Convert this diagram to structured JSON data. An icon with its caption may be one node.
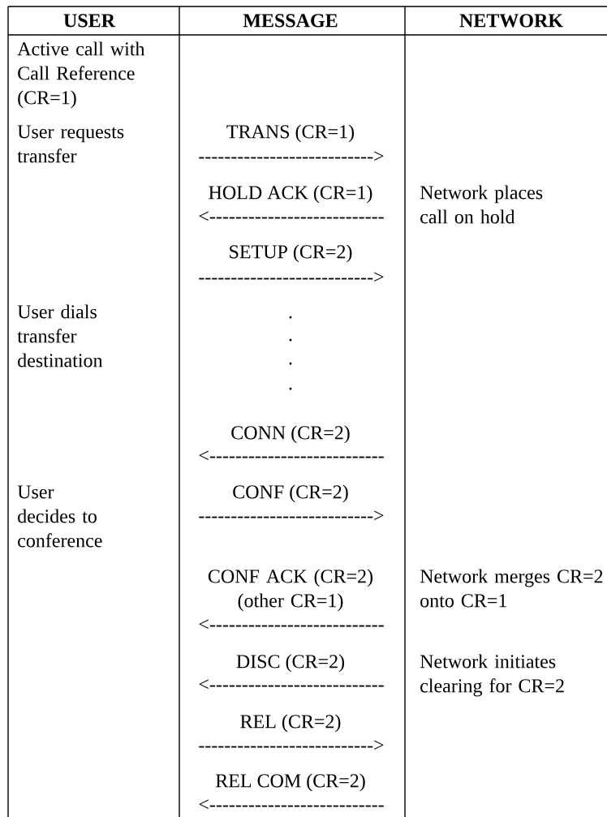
{
  "diagram": {
    "labels": [
      "USER",
      "MESSAGE",
      "NETWORK",
      "Active call with Call Reference (CR=1)",
      "User requests transfer",
      "TRANS (CR=1)",
      "--------------------------->",
      "HOLD ACK (CR=1)",
      "Network places call on hold",
      "<---------------------------",
      "SETUP (CR=2)",
      "--------------------------->",
      "User dials transfer destination",
      ".",
      ".",
      ".",
      ".",
      "CONN (CR=2)",
      "<---------------------------",
      "User decides to conference",
      "CONF (CR=2)",
      "--------------------------->",
      "CONF ACK (CR=2) (other CR=1)",
      "Network merges CR=2 onto CR=1",
      "<---------------------------",
      "DISC (CR=2)",
      "Network initiates clearing for CR=2",
      "<---------------------------",
      "REL (CR=2)",
      "--------------------------->",
      "REL COM (CR=2)",
      "<---------------------------"
    ]
  }
}
